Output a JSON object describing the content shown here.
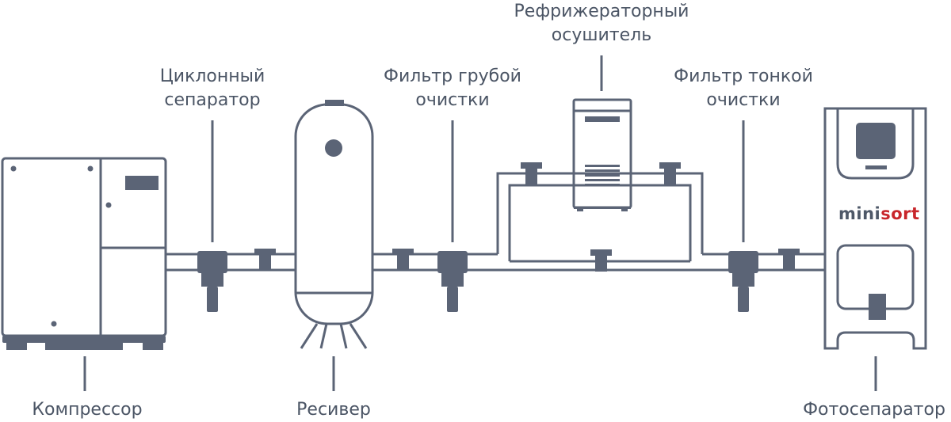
{
  "labels": {
    "compressor": "Компрессор",
    "cyclone": [
      "Циклонный",
      "сепаратор"
    ],
    "receiver": "Ресивер",
    "coarse_filter": [
      "Фильтр грубой",
      "очистки"
    ],
    "dryer": [
      "Рефрижераторный",
      "осушитель"
    ],
    "fine_filter": [
      "Фильтр тонкой",
      "очистки"
    ],
    "photoseparator": "Фотосепаратор"
  },
  "brand": {
    "part1": "mini",
    "part2": "sort"
  },
  "colors": {
    "line": "#5b6476",
    "text": "#4b5565",
    "brand_red": "#c8262b",
    "background": "#ffffff"
  }
}
